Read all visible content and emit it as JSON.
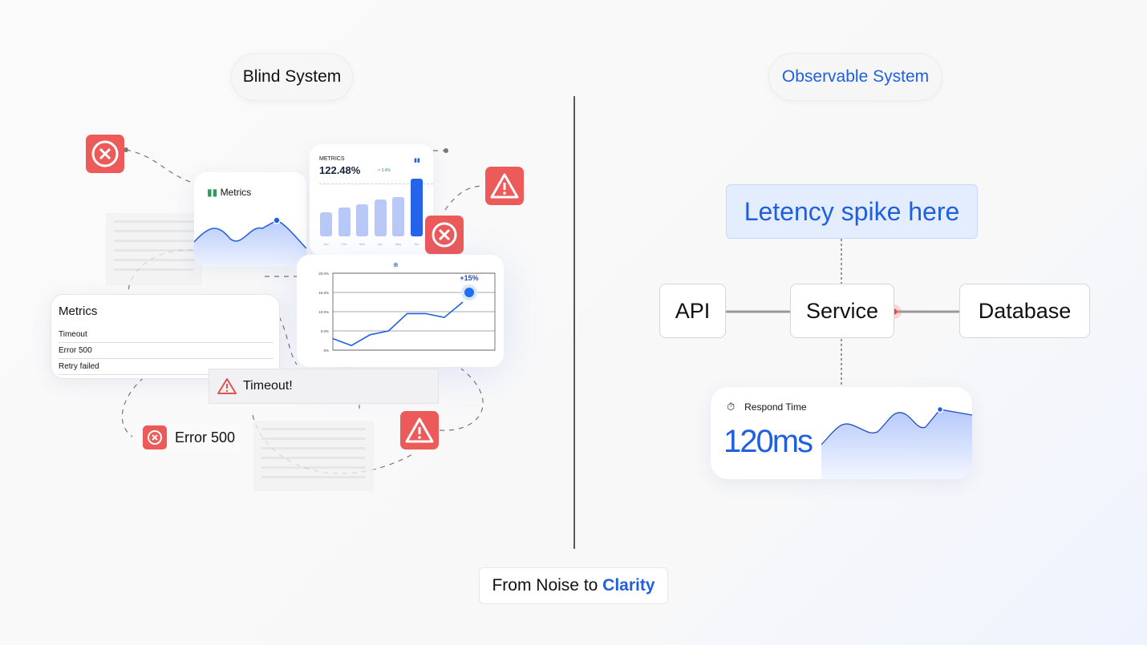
{
  "left": {
    "title": "Blind System",
    "metrics_card": {
      "label": "Metrics"
    },
    "bar_card": {
      "label": "METRICS",
      "value": "122.48%",
      "delta": "3.4%",
      "months": [
        "Jan",
        "Feb",
        "Mar",
        "Apr",
        "May",
        "Jun"
      ],
      "bars": [
        42,
        50,
        56,
        64,
        68,
        100
      ]
    },
    "line_card": {
      "badge": "+15%",
      "y_ticks": [
        "20.0%",
        "15.0%",
        "10.0%",
        "5.0%",
        "0%"
      ],
      "values": [
        3,
        1.2,
        4,
        5,
        9.5,
        9.5,
        8.5,
        12.5,
        15
      ],
      "ymax": 20
    },
    "list_card": {
      "title": "Metrics",
      "rows": [
        "Timeout",
        "Error 500",
        "Retry failed"
      ]
    },
    "timeout_banner": "Timeout!",
    "error_label": "Error 500"
  },
  "right": {
    "title": "Observable System",
    "callout": "Letency spike here",
    "nodes": [
      "API",
      "Service",
      "Database"
    ],
    "respond": {
      "label": "Respond Time",
      "value": "120ms",
      "series": [
        30,
        55,
        42,
        60,
        45,
        75,
        68
      ]
    }
  },
  "footer": {
    "prefix": "From Noise to ",
    "highlight": "Clarity"
  },
  "colors": {
    "accent": "#1f5fe0",
    "error": "#ec5a5a"
  }
}
